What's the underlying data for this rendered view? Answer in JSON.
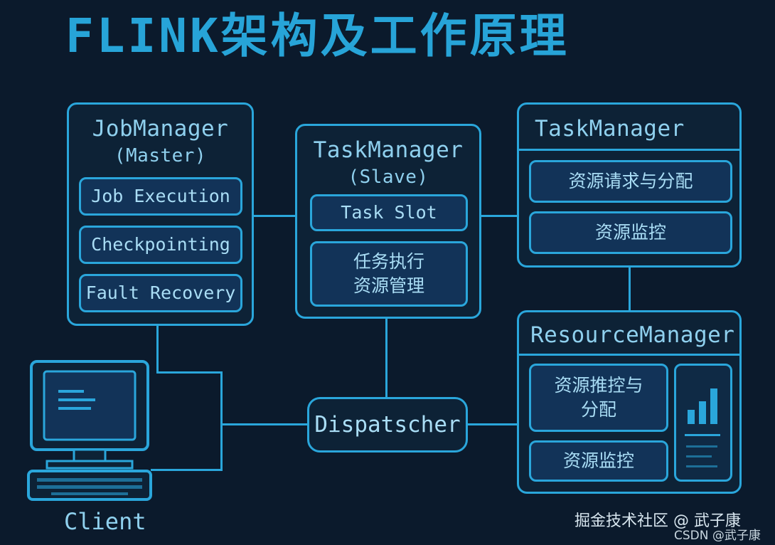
{
  "title": "FLINK架构及工作原理",
  "job_manager": {
    "title": "JobManager",
    "subtitle": "(Master)",
    "items": [
      "Job Execution",
      "Checkpointing",
      "Fault Recovery"
    ]
  },
  "task_manager_center": {
    "title": "TaskManager",
    "subtitle": "(Slave)",
    "slot": "Task Slot",
    "box_line1": "任务执行",
    "box_line2": "资源管理"
  },
  "task_manager_right": {
    "title": "TaskManager",
    "item1": "资源请求与分配",
    "item2": "资源监控"
  },
  "resource_manager": {
    "title": "ResourceManager",
    "item1_line1": "资源推控与",
    "item1_line2": "分配",
    "item2": "资源监控"
  },
  "dispatcher": {
    "label": "Dispatscher"
  },
  "client": {
    "label": "Client"
  },
  "watermark": {
    "line1": "掘金技术社区 @ 武子康",
    "line2": "CSDN @武子康"
  },
  "colors": {
    "background": "#0b1a2c",
    "accent": "#2aa6db",
    "title": "#27a4d8",
    "pill_fill": "#123358"
  }
}
